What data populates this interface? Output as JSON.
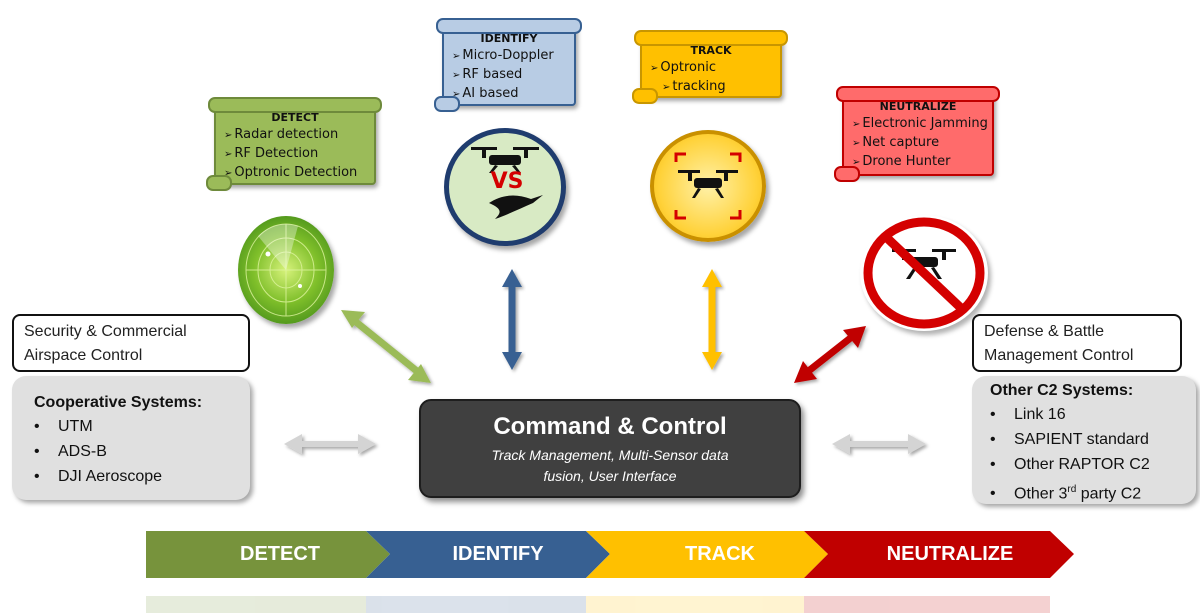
{
  "scrolls": {
    "detect": {
      "title": "DETECT",
      "items": [
        "Radar detection",
        "RF Detection",
        "Optronic Detection"
      ]
    },
    "identify": {
      "title": "IDENTIFY",
      "items": [
        "Micro-Doppler",
        "RF based",
        "AI based"
      ]
    },
    "track": {
      "title": "TRACK",
      "items": [
        "Optronic",
        "tracking"
      ]
    },
    "neutralize": {
      "title": "NEUTRALIZE",
      "items": [
        "Electronic Jamming",
        "Net capture",
        "Drone Hunter"
      ]
    }
  },
  "identify_icon_text": "VS",
  "left_label": {
    "line1": "Security & Commercial",
    "line2": "Airspace Control"
  },
  "right_label": {
    "line1": "Defense & Battle",
    "line2": "Management Control"
  },
  "left_box": {
    "heading": "Cooperative Systems:",
    "items": [
      "UTM",
      "ADS-B",
      "DJI Aeroscope"
    ]
  },
  "right_box": {
    "heading": "Other C2 Systems:",
    "items": [
      "Link 16",
      "SAPIENT standard",
      "Other RAPTOR C2"
    ],
    "last_item": {
      "pre": "Other 3",
      "sup": "rd",
      "post": " party C2"
    }
  },
  "command": {
    "title": "Command & Control",
    "subtitle_line1": "Track Management, Multi-Sensor data",
    "subtitle_line2": "fusion, User Interface"
  },
  "phases": [
    {
      "label": "DETECT",
      "color": "#77933c"
    },
    {
      "label": "IDENTIFY",
      "color": "#376092"
    },
    {
      "label": "TRACK",
      "color": "#ffc000"
    },
    {
      "label": "NEUTRALIZE",
      "color": "#c00000"
    }
  ],
  "colors": {
    "detect_fill": "#9bbb59",
    "identify_fill": "#b8cce4",
    "track_fill": "#ffc000",
    "neutralize_fill": "#ff6b6b",
    "command_fill": "#404040",
    "grey_box": "#e0e0e0"
  }
}
